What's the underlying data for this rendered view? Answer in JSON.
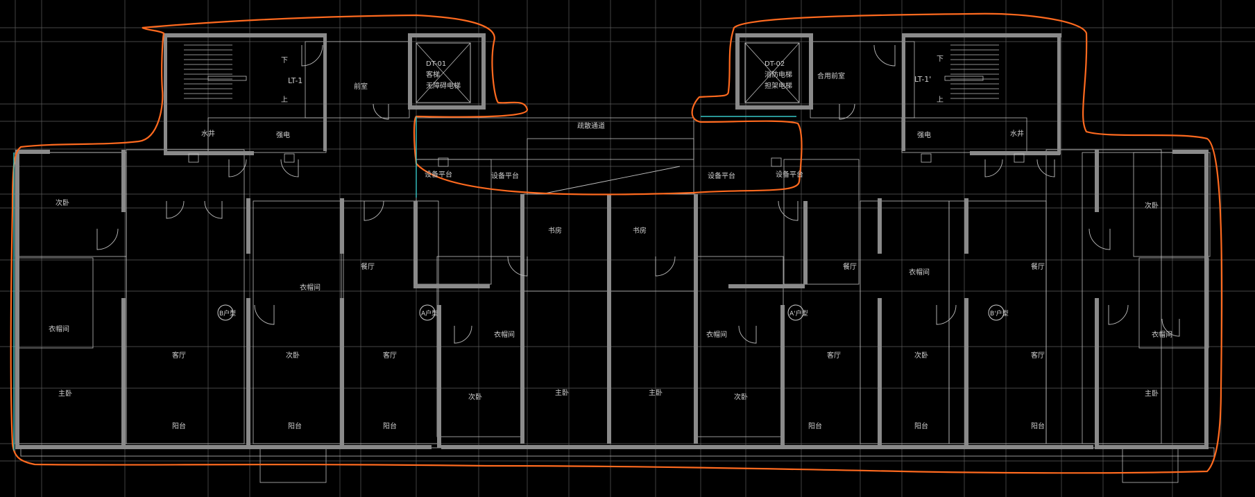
{
  "colors": {
    "background": "#000000",
    "grid": "#5e5e5e",
    "wall": "#8a8a8a",
    "outline": "#ff6a1f",
    "thin_line": "#bfbfbf",
    "cyan_line": "#37c8c8"
  },
  "rooms": {
    "stair_left": "LT-1",
    "stair_right": "LT-1'",
    "up": "上",
    "down": "下",
    "anteroom_left": "前室",
    "anteroom_right": "合用前室",
    "elevator_1_code": "DT-01",
    "elevator_1_l1": "客梯",
    "elevator_1_l2": "无障碍电梯",
    "elevator_2_code": "DT-02",
    "elevator_2_l1": "消防电梯",
    "elevator_2_l2": "担架电梯",
    "water_well": "水井",
    "electric_well": "强电",
    "corridor": "疏散通道",
    "equipment_platform": "设备平台",
    "second_bedroom": "次卧",
    "master_bedroom": "主卧",
    "dining": "餐厅",
    "living": "客厅",
    "cloakroom": "衣帽间",
    "balcony": "阳台",
    "study": "书房"
  },
  "unit_tags": {
    "b_type": "B户型",
    "a_type": "A户型",
    "a_type_2": "A'户型",
    "b_type_2": "B'户型"
  }
}
